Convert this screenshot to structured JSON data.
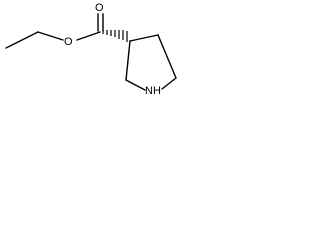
{
  "molecule": {
    "atoms": {
      "carbonyl_oxygen": "O",
      "ester_oxygen": "O",
      "ring_nitrogen": "NH"
    },
    "colors": {
      "bond": "#000000",
      "background": "#ffffff"
    }
  }
}
